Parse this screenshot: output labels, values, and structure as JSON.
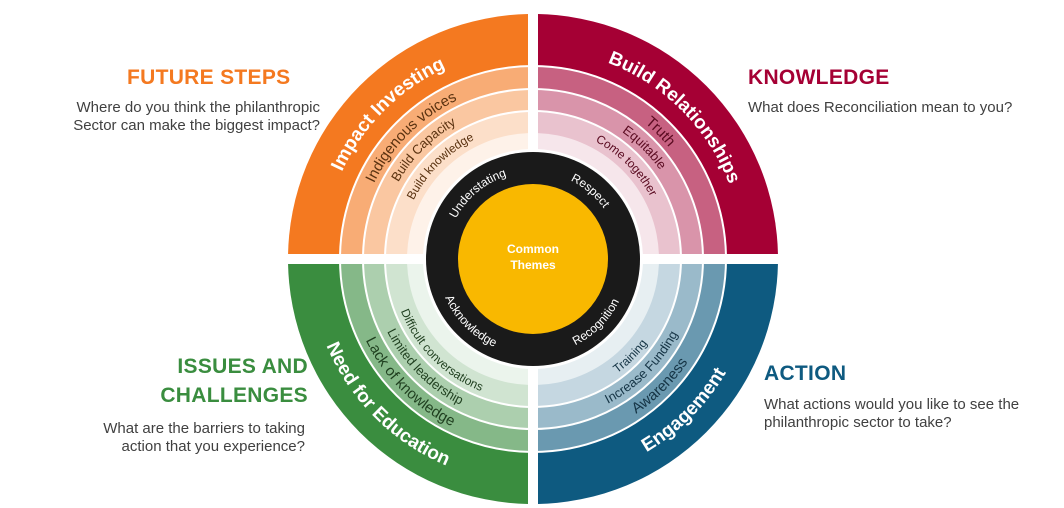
{
  "colors": {
    "future_steps": "#F47920",
    "knowledge": "#A50034",
    "issues": "#3A8D3F",
    "action": "#0E5A80",
    "inner_ring": "#1A1A1A",
    "center": "#F9B800"
  },
  "center": {
    "line1": "Common",
    "line2": "Themes"
  },
  "inner_ring": [
    "Understating",
    "Respect",
    "Recognition",
    "Acknowledge"
  ],
  "quadrants": {
    "future_steps": {
      "title": "FUTURE STEPS",
      "prompt_line1": "Where do you think the philanthropic",
      "prompt_line2": "Sector can make the biggest impact?",
      "outer": "Impact Investing",
      "ring1": "Indigenous voices",
      "ring2": "Build Capacity",
      "ring3": "Build knowledge"
    },
    "knowledge": {
      "title": "KNOWLEDGE",
      "prompt_line1": "What does Reconciliation mean to you?",
      "outer": "Build Relationships",
      "ring1": "Truth",
      "ring2": "Equitable",
      "ring3": "Come together"
    },
    "issues": {
      "title_line1": "ISSUES AND",
      "title_line2": "CHALLENGES",
      "prompt_line1": "What are the barriers to taking",
      "prompt_line2": "action that you experience?",
      "outer": "Need for Education",
      "ring1": "Lack of knowledge",
      "ring2": "Limited leadership",
      "ring3": "Difficult conversations"
    },
    "action": {
      "title": "ACTION",
      "prompt_line1": "What actions would you like to see the",
      "prompt_line2": "philanthropic  sector to take?",
      "outer": "Engagement",
      "ring1": "Awareness",
      "ring2": "Increase Funding",
      "ring3": "Training"
    }
  }
}
